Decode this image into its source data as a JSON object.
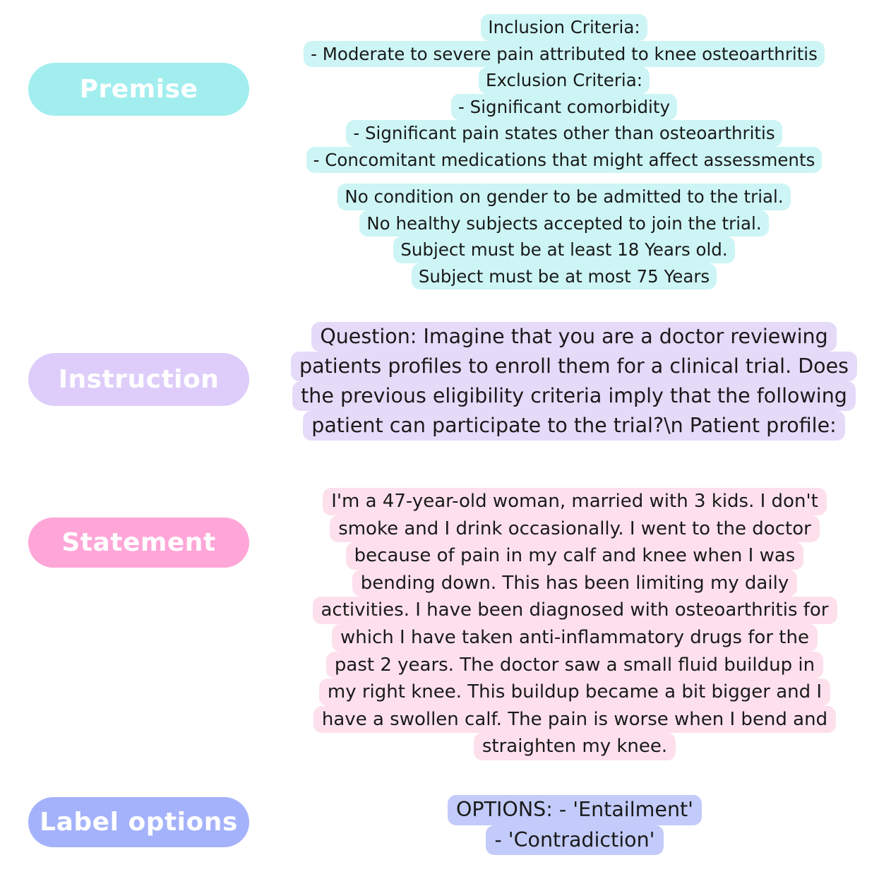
{
  "colors": {
    "premise": "#a2eeef",
    "premise_bg": "#cdf5f5",
    "instruction": "#decdfa",
    "instruction_bg": "#e6daf9",
    "statement": "#ffa6d8",
    "statement_bg": "#fde0ec",
    "label_options": "#a4b2fb",
    "label_options_bg": "#c3cbfa"
  },
  "sections": {
    "premise": {
      "label": "Premise",
      "criteria_lines": [
        "Inclusion Criteria:",
        "-  Moderate to severe pain attributed to knee osteoarthritis",
        "Exclusion Criteria:",
        "-  Significant comorbidity",
        "-  Significant pain states other than osteoarthritis",
        "-  Concomitant medications that might affect assessments"
      ],
      "condition_lines": [
        "No condition on gender to be admitted to the trial.",
        "No healthy subjects accepted to join the trial.",
        "Subject must be at least 18 Years old.",
        "Subject must be at most 75 Years"
      ]
    },
    "instruction": {
      "label": "Instruction",
      "lines": [
        "Question: Imagine that you are a doctor reviewing",
        "patients profiles to enroll them for a clinical trial. Does",
        "the previous eligibility criteria imply that the following",
        "patient can participate to the trial?\\n Patient profile:"
      ]
    },
    "statement": {
      "label": "Statement",
      "lines": [
        "I'm a 47-year-old woman, married with 3 kids. I don't",
        "smoke and I drink occasionally. I went to the doctor",
        "because of pain in my calf and knee when I was",
        "bending down. This has been limiting my daily",
        "activities. I have been diagnosed with osteoarthritis for",
        "which I have taken anti-inflammatory drugs for the",
        "past 2 years. The doctor saw a small fluid buildup in",
        "my right knee. This buildup became a bit bigger and I",
        "have a swollen calf. The pain is worse when I bend and",
        "straighten my knee."
      ]
    },
    "label_options": {
      "label": "Label options",
      "lines": [
        "OPTIONS: - 'Entailment'",
        "- 'Contradiction'"
      ]
    }
  }
}
